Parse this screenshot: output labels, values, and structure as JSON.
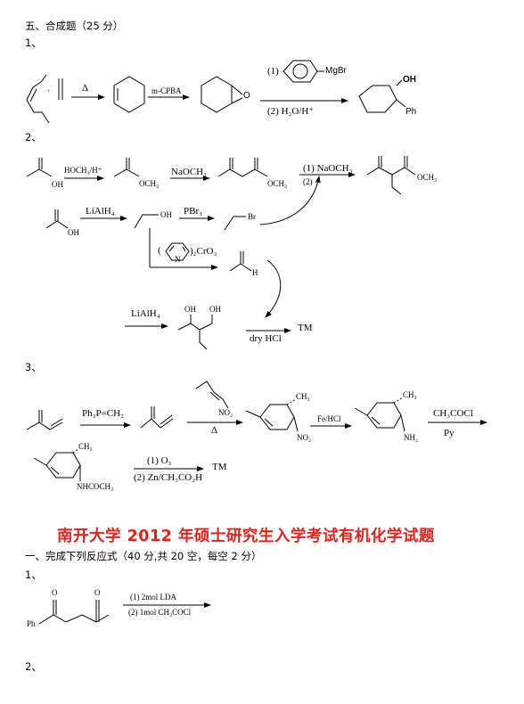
{
  "section5": {
    "header": "五、合成题（25 分）"
  },
  "q1": {
    "num": "1、",
    "delta": "Δ",
    "reagent": "m-CPBA",
    "step1": "(1)",
    "grignard": "MgBr",
    "step2": "(2) H₂O/H⁺",
    "epox_o": "O",
    "prod_oh": "OH",
    "prod_ph": "Ph",
    "plus": "+"
  },
  "q2": {
    "num": "2、",
    "oh1": "OH",
    "esterif": "HOCH₃/H⁺",
    "och3_a": "OCH₃",
    "naoch3": "NaOCH₃",
    "och3_b": "OCH₃",
    "r1": "(1) NaOCH₃",
    "r2": "(2)",
    "och3_c": "OCH₃",
    "oh2": "OH",
    "lialh4": "LiAlH₄",
    "oh3": "OH",
    "pbr3": "PBr₃",
    "br": "Br",
    "paren_open": "(",
    "pyr_n": "N",
    "cro3": ")₂CrO₃",
    "ald_h": "H",
    "lialh4_b": "LiAlH₄",
    "oh4": "OH",
    "oh5": "OH",
    "dryhcl": "dry HCl",
    "tm": "TM"
  },
  "q3": {
    "num": "3、",
    "wittig": "Ph₃P=CH₂",
    "no2a": "NO₂",
    "delta": "Δ",
    "ch3a": "CH₃",
    "no2b": "NO₂",
    "fehcl": "Fe/HCl",
    "ch3b": "CH₃",
    "nh2": "NH₂",
    "ch3cocl": "CH₃COCl",
    "py": "Py",
    "ch3c": "CH₃",
    "nhacoch3": "NHCOCH₃",
    "o3": "(1) O₃",
    "zn": "(2) Zn/CH₃CO₂H",
    "tm": "TM"
  },
  "title": "南开大学 2012 年硕士研究生入学考试有机化学试题",
  "section1": {
    "header": "一、完成下列反应式（40 分,共 20 空，每空 2 分）"
  },
  "p1": {
    "num": "1、",
    "o1": "O",
    "o2": "O",
    "ph": "Ph",
    "r1": "(1) 2mol LDA",
    "r2": "(2) 1mol CH₃COCl"
  },
  "p2": {
    "num": "2、"
  }
}
